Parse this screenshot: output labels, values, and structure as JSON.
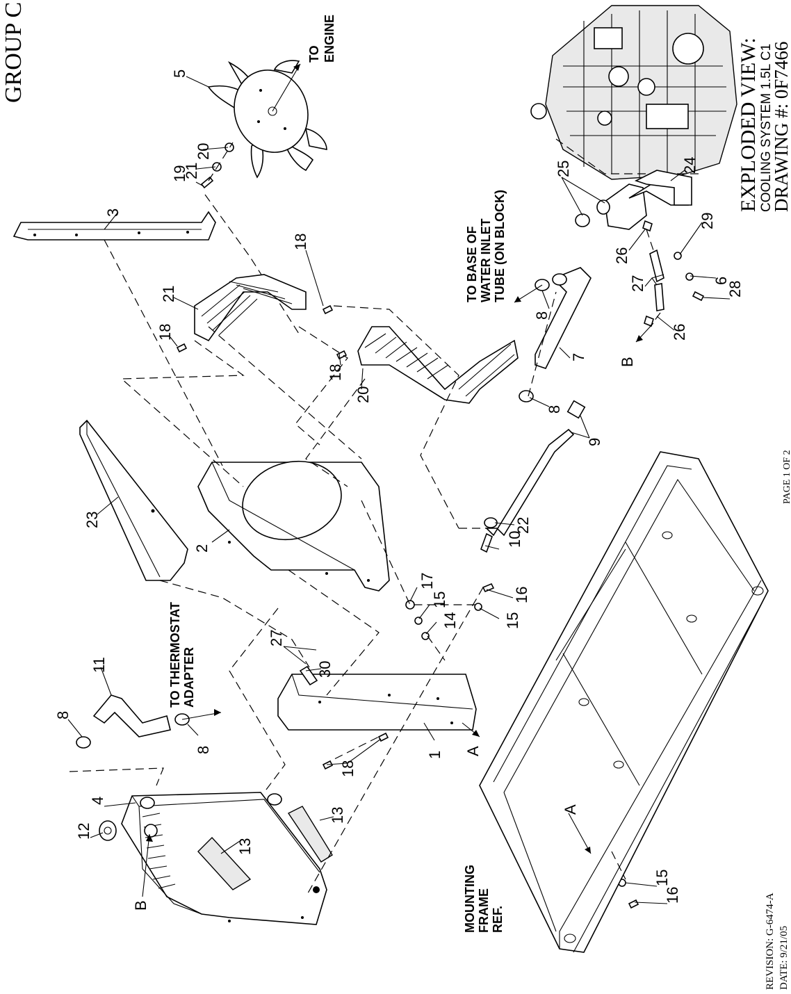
{
  "header": {
    "group": "GROUP C",
    "view_title": "EXPLODED VIEW:",
    "subtitle": "COOLING SYSTEM 1.5L C1",
    "drawing_number": "DRAWING #: 0F7466"
  },
  "footer": {
    "revision": "REVISION: G-6474-A",
    "date": "DATE: 9/21/05",
    "page": "PAGE 1 OF 2"
  },
  "notes": {
    "to_engine_1": "TO",
    "to_engine_2": "ENGINE",
    "water_inlet_1": "TO BASE OF",
    "water_inlet_2": "WATER INLET",
    "water_inlet_3": "TUBE (ON BLOCK)",
    "thermostat_1": "TO THERMOSTAT",
    "thermostat_2": "ADAPTER",
    "frame_1": "MOUNTING",
    "frame_2": "FRAME",
    "frame_3": "REF.",
    "ref_a_1": "A",
    "ref_a_2": "A",
    "ref_b_1": "B",
    "ref_b_2": "B"
  },
  "callouts": [
    "5",
    "20",
    "21",
    "19",
    "3",
    "18",
    "21",
    "18",
    "25",
    "24",
    "26",
    "29",
    "27",
    "6",
    "28",
    "26",
    "8",
    "7",
    "18",
    "20",
    "8",
    "9",
    "23",
    "2",
    "22",
    "10",
    "17",
    "15",
    "14",
    "16",
    "15",
    "11",
    "8",
    "8",
    "27",
    "30",
    "4",
    "12",
    "13",
    "13",
    "18",
    "1",
    "15",
    "16"
  ]
}
